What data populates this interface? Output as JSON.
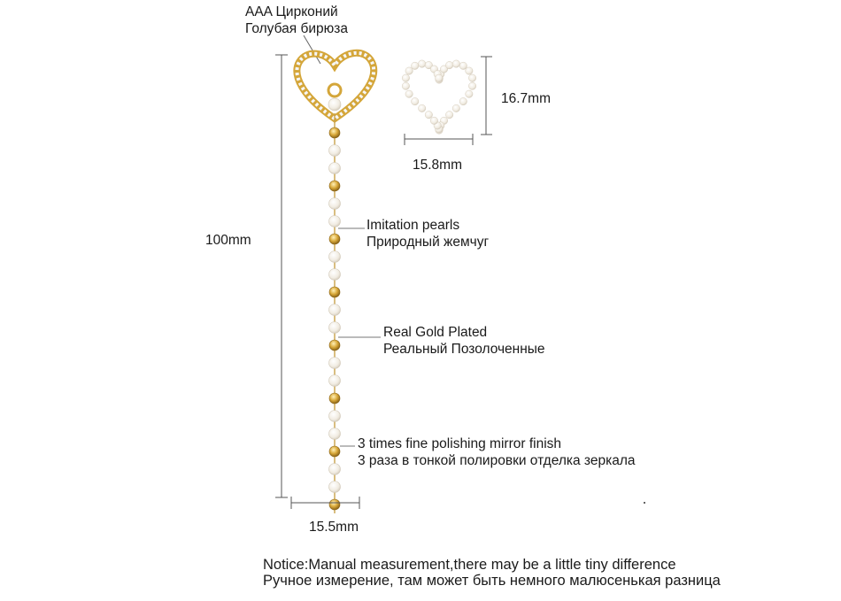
{
  "annotations": {
    "zirconia": [
      "AAA Цирконий",
      "Голубая бирюза"
    ],
    "pearls": [
      "Imitation pearls",
      "Природный жемчуг"
    ],
    "gold": [
      "Real Gold Plated",
      "Реальный Позолоченные"
    ],
    "polish": [
      "3 times fine polishing mirror finish",
      "3 раза в тонкой полировки отделка зеркала"
    ]
  },
  "measurements": {
    "total_length": "100mm",
    "chain_width": "15.5mm",
    "heart_height": "16.7mm",
    "heart_width": "15.8mm"
  },
  "notice": [
    "Notice:Manual measurement,there may be a little tiny difference",
    "Ручное измерение, там может быть немного малюсенькая разница"
  ],
  "colors": {
    "gold": "#d4a63a",
    "pearl": "#f3efe6",
    "line": "#555555"
  }
}
